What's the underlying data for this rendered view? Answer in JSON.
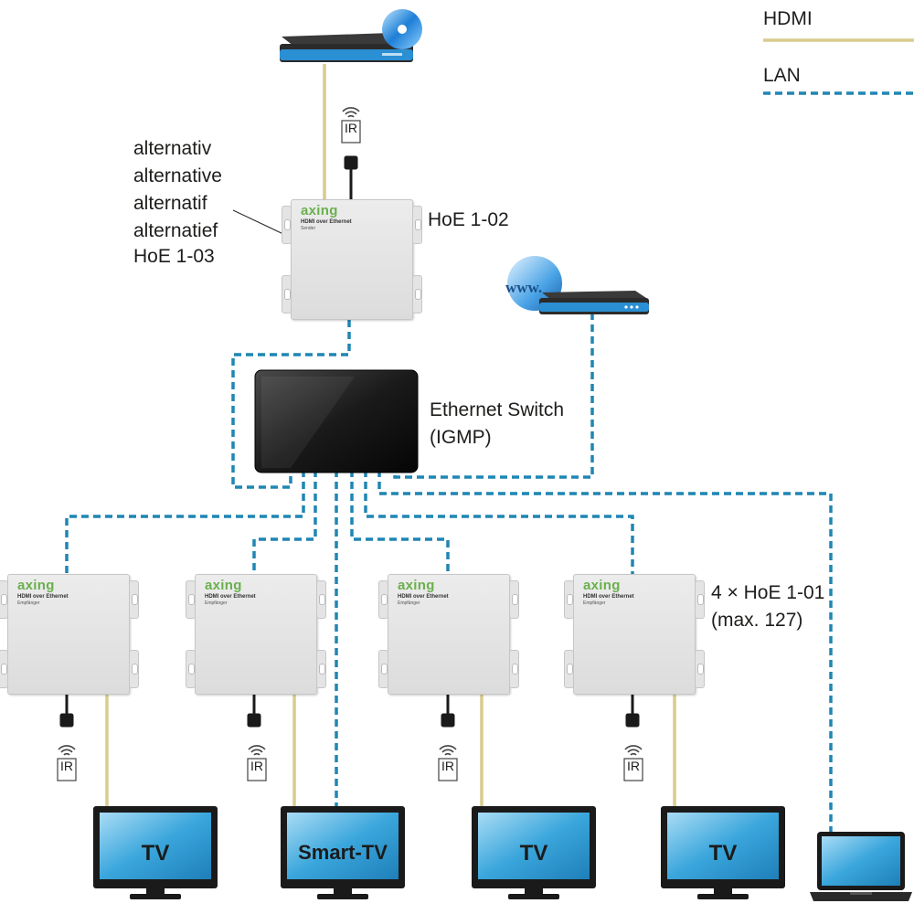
{
  "legend": {
    "hdmi": {
      "label": "HDMI",
      "color": "#d8cc8e"
    },
    "lan": {
      "label": "LAN",
      "color": "#1f86b4"
    }
  },
  "colors": {
    "hdmi": "#d8cc8e",
    "lan": "#1f86b4",
    "cable": "#1a1a1a",
    "tv_screen": "#2f9fd8"
  },
  "alt_labels": [
    "alternativ",
    "alternative",
    "alternatif",
    "alternatief",
    "HoE 1-03"
  ],
  "sender": {
    "model": "HoE 1-02",
    "brand": "axing",
    "line1": "HDMI over Ethernet",
    "line2": "Sender"
  },
  "switch": {
    "line1": "Ethernet Switch",
    "line2": "(IGMP)"
  },
  "router_web_text": "www.",
  "receivers": {
    "caption_line1": "4 × HoE 1-01",
    "caption_line2": "(max. 127)",
    "brand": "axing",
    "line1": "HDMI over Ethernet",
    "line2": "Empfänger"
  },
  "ir_label": "IR",
  "displays": [
    {
      "label": "TV",
      "icon": "tv-icon"
    },
    {
      "label": "Smart-TV",
      "icon": "tv-icon"
    },
    {
      "label": "TV",
      "icon": "tv-icon"
    },
    {
      "label": "TV",
      "icon": "tv-icon"
    },
    {
      "label": "",
      "icon": "laptop-icon"
    }
  ]
}
